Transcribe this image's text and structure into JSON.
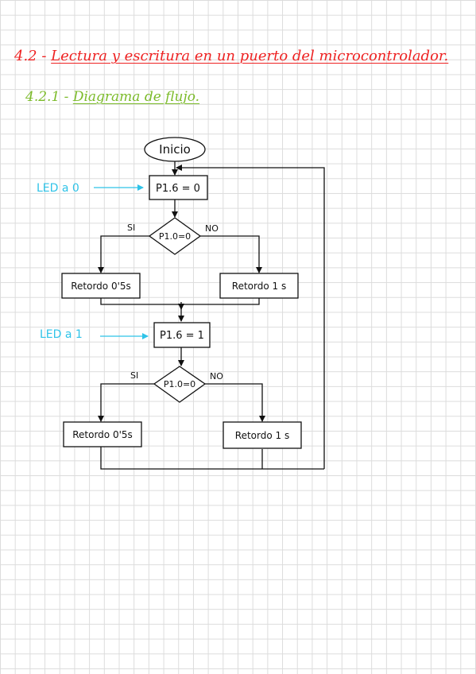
{
  "heading": {
    "number": "4.2 -",
    "title": "Lectura y escritura en un puerto del microcontrolador."
  },
  "subheading": {
    "number": "4.2.1 -",
    "title": "Diagrama de flujo."
  },
  "flowchart": {
    "start": "Inicio",
    "set_led_0": "P1.6 = 0",
    "decision_1": "P1.0=0",
    "yes_1": "SI",
    "no_1": "NO",
    "delay_short_1": "Retordo 0'5s",
    "delay_long_1": "Retordo  1 s",
    "set_led_1": "P1.6 = 1",
    "decision_2": "P1.0=0",
    "yes_2": "SI",
    "no_2": "NO",
    "delay_short_2": "Retordo 0'5s",
    "delay_long_2": "Retordo  1 s"
  },
  "annotations": {
    "led_off": "LED a 0",
    "led_on": "LED a 1"
  },
  "colors": {
    "heading": "#ee2222",
    "subheading": "#7cbb2a",
    "annotation": "#2fc3e8",
    "line": "#111111"
  }
}
